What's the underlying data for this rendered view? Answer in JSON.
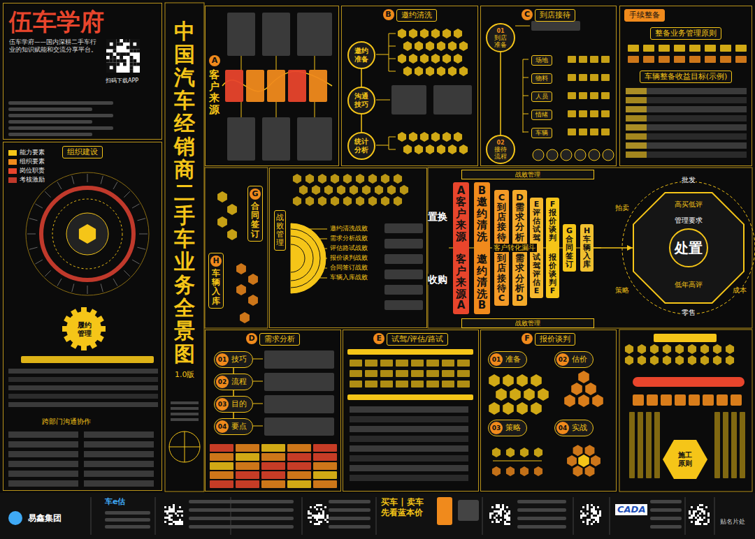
{
  "diagram": {
    "title": "中国汽车经销商二手车业务全景图",
    "nodes": [
      {
        "text": [
          "伍车学府",
          "伍车学府——国内深耕二手车行业的知识赋能和交流分享平台。",
          "扫码下载APP"
        ]
      },
      {
        "text": [
          "组织建设"
        ]
      },
      {
        "text": [
          "履约管理"
        ],
        "in": 1
      },
      {
        "text": [
          "A",
          "客户来源"
        ]
      },
      {
        "text": [
          "B",
          "邀约清洗"
        ]
      },
      {
        "text": [
          "邀约准备"
        ],
        "in": 4
      },
      {
        "text": [
          "沟通技巧"
        ],
        "in": 4
      },
      {
        "text": [
          "统计分析"
        ],
        "in": 4
      },
      {
        "text": [
          "C",
          "到店接待"
        ]
      },
      {
        "text": [
          "01",
          "到店准备"
        ],
        "in": 8
      },
      {
        "text": [
          "场地"
        ],
        "in": 8
      },
      {
        "text": [
          "物料"
        ],
        "in": 8
      },
      {
        "text": [
          "人员"
        ],
        "in": 8
      },
      {
        "text": [
          "情绪"
        ],
        "in": 8
      },
      {
        "text": [
          "车辆"
        ],
        "in": 8
      },
      {
        "text": [
          "02",
          "接待流程"
        ],
        "in": 8
      },
      {
        "text": [
          "手续整备",
          "整备业务管理原则",
          "车辆整备收益目标(示例)"
        ]
      },
      {
        "text": [
          "G",
          "合同签订"
        ]
      },
      {
        "text": [
          "H",
          "车辆入库"
        ]
      },
      {
        "text": [
          "战败管理"
        ]
      },
      {
        "text": [
          "战败管理"
        ]
      },
      {
        "text": [
          "A客户来源",
          "客户来源A"
        ]
      },
      {
        "text": [
          "B邀约清洗",
          "邀约清洗B"
        ]
      },
      {
        "text": [
          "C到店接待",
          "到店接待C"
        ]
      },
      {
        "text": [
          "D需求分析",
          "需求分析D"
        ]
      },
      {
        "text": [
          "E评估试驾",
          "试驾评估E"
        ]
      },
      {
        "text": [
          "F报价谈判",
          "报价谈判F"
        ]
      },
      {
        "text": [
          "G合同签订"
        ]
      },
      {
        "text": [
          "H车辆入库"
        ]
      },
      {
        "text": [
          "战败管理"
        ]
      },
      {
        "text": [
          "处置"
        ]
      },
      {
        "text": [
          "D",
          "需求分析"
        ]
      },
      {
        "text": [
          "01",
          "技巧"
        ],
        "in": 31
      },
      {
        "text": [
          "02",
          "流程"
        ],
        "in": 31
      },
      {
        "text": [
          "03",
          "目的"
        ],
        "in": 31
      },
      {
        "text": [
          "04",
          "要点"
        ],
        "in": 31
      },
      {
        "text": [
          "E",
          "试驾/评估/路试"
        ]
      },
      {
        "text": [
          "F",
          "报价谈判"
        ]
      },
      {
        "text": [
          "01",
          "准备"
        ],
        "in": 37
      },
      {
        "text": [
          "02",
          "估价"
        ],
        "in": 37
      },
      {
        "text": [
          "03",
          "策略"
        ],
        "in": 37
      },
      {
        "text": [
          "04",
          "实战"
        ],
        "in": 37
      },
      {
        "text": [
          "施工原则"
        ]
      }
    ],
    "edges": [
      {
        "from": 5,
        "to": 6,
        "arrow": "none"
      },
      {
        "from": 6,
        "to": 7,
        "arrow": "none"
      },
      {
        "from": 9,
        "to": 15,
        "arrow": "none"
      },
      {
        "from": 32,
        "to": 33,
        "arrow": "none"
      },
      {
        "from": 33,
        "to": 34,
        "arrow": "none"
      },
      {
        "from": 34,
        "to": 35,
        "arrow": "none"
      },
      {
        "from": 28,
        "to": 30,
        "arrow": "to"
      }
    ],
    "labels": [
      "1.0版",
      "跨部门沟通协作",
      "置换",
      "收购",
      "客户转化漏斗",
      "邀约清洗战败",
      "需求分析战败",
      "评估路试战败",
      "报价谈判战败",
      "合同签订战败",
      "车辆入库战败",
      "批发",
      "零售",
      "拍卖",
      "策略",
      "成本",
      "高买低评",
      "管理要求",
      "低年高评",
      "易鑫集团",
      "车e估",
      "买车 | 卖车 先看蓝本价",
      "CADA",
      "贴名片处"
    ],
    "legend": [
      {
        "text": "能力要素",
        "color": "#f5c518"
      },
      {
        "text": "组织要素",
        "color": "#f08a1c"
      },
      {
        "text": "岗位职责",
        "color": "#e8452c"
      },
      {
        "text": "考核激励",
        "color": "#c0392b"
      }
    ]
  }
}
